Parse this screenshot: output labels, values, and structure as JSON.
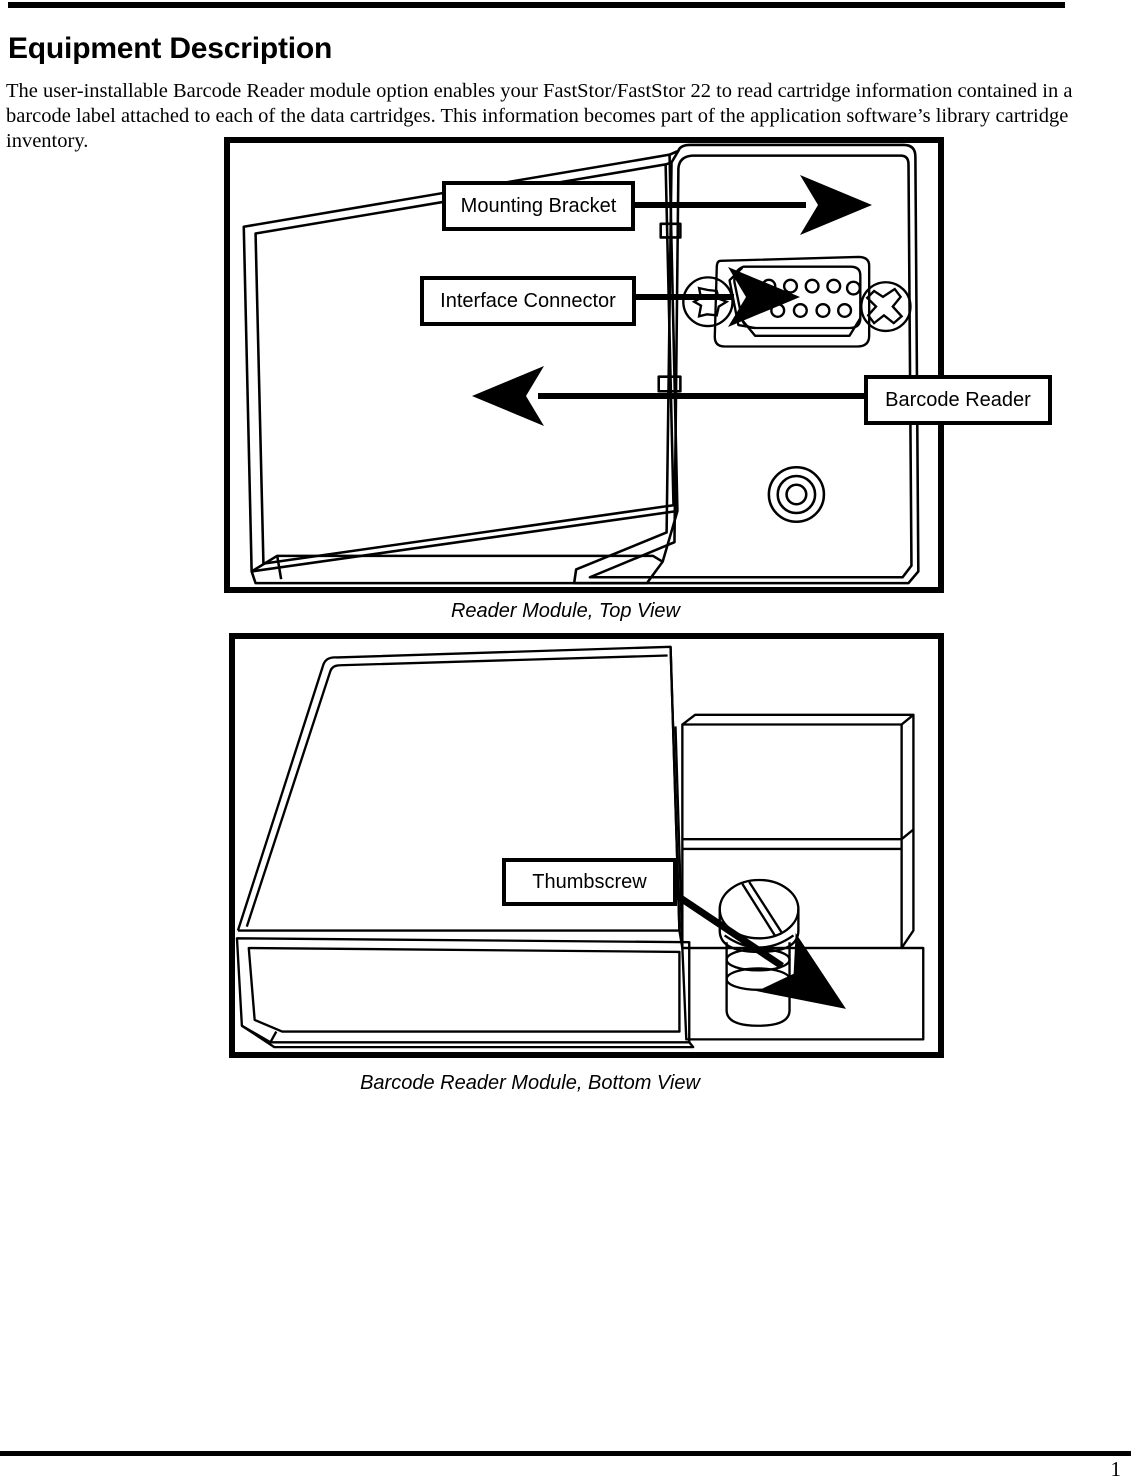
{
  "document": {
    "title": "Equipment Description",
    "body_paragraph": "The user-installable Barcode Reader module option enables your FastStor/FastStor 22 to read cartridge information contained in a barcode label attached to each of the data cartridges. This information becomes part of the application software’s library cartridge inventory.",
    "page_number": "1"
  },
  "figures": [
    {
      "id": "reader-module-top-view",
      "caption": "Reader Module, Top View",
      "callouts": [
        {
          "id": "mounting-bracket",
          "label": "Mounting Bracket",
          "arrow": "right"
        },
        {
          "id": "interface-connector",
          "label": "Interface Connector",
          "arrow": "right"
        },
        {
          "id": "barcode-reader",
          "label": "Barcode Reader",
          "arrow": "left"
        }
      ]
    },
    {
      "id": "barcode-reader-module-bottom-view",
      "caption": "Barcode Reader Module, Bottom View",
      "callouts": [
        {
          "id": "thumbscrew",
          "label": "Thumbscrew",
          "arrow": "diagonal-down-right"
        }
      ]
    }
  ],
  "colors": {
    "ink": "#000000",
    "paper": "#ffffff"
  }
}
